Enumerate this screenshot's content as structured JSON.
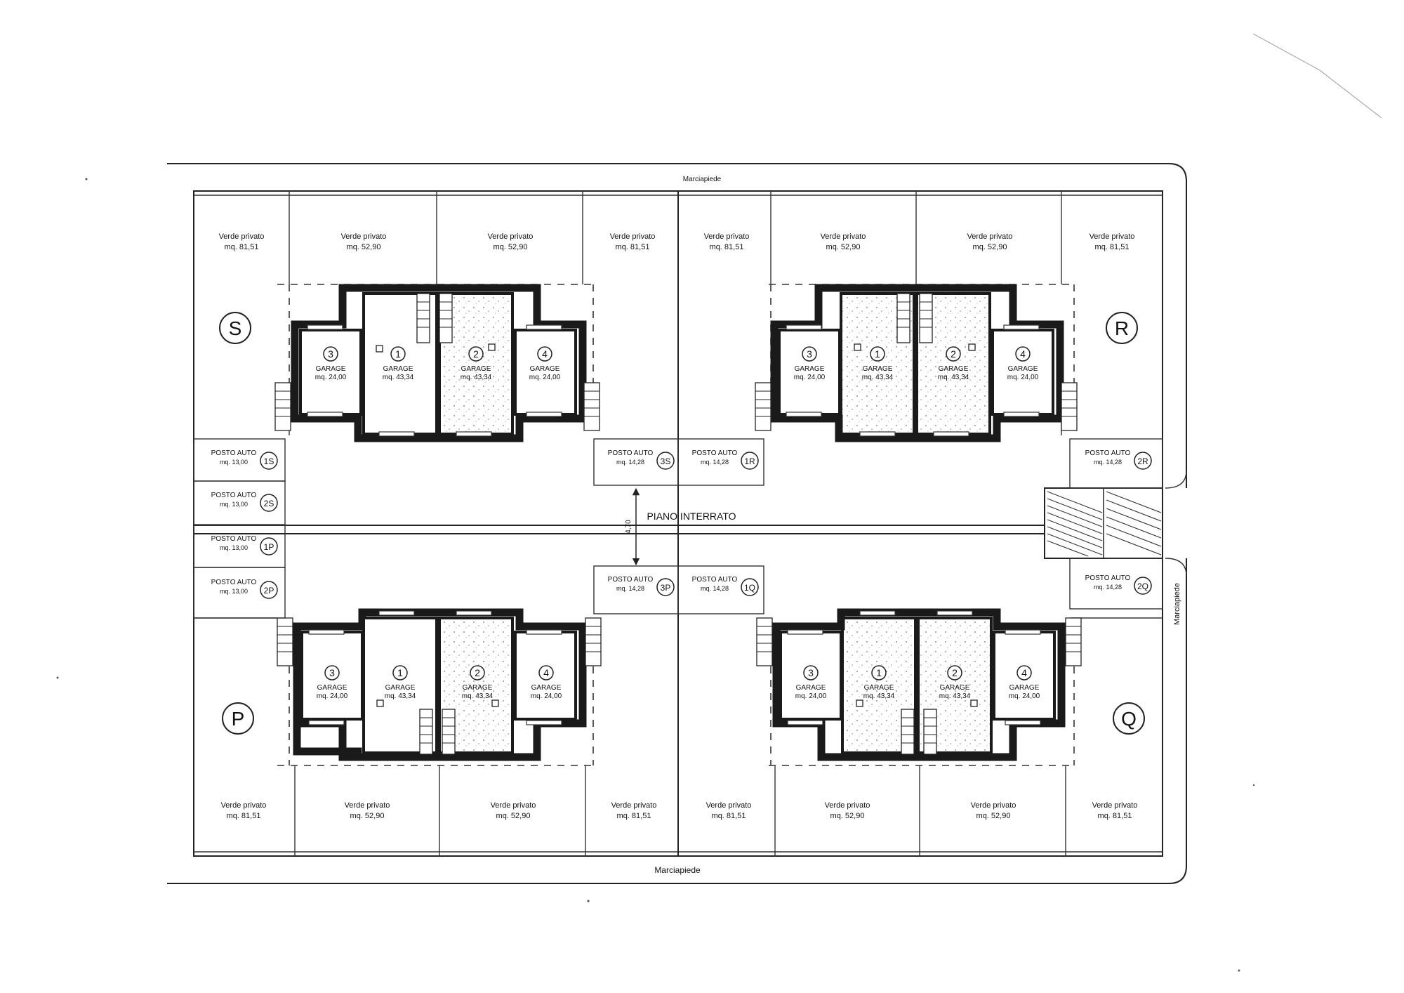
{
  "streets": {
    "top": "Marciapiede",
    "bottom": "Marciapiede",
    "right": "Marciapiede"
  },
  "basement_label": "PIANO INTERRATO",
  "aisle_dimension": "4,70",
  "buildings": {
    "S": {
      "letter": "S",
      "top_gardens": [
        {
          "line1": "Verde privato",
          "line2": "mq. 81,51"
        },
        {
          "line1": "Verde privato",
          "line2": "mq. 52,90"
        },
        {
          "line1": "Verde privato",
          "line2": "mq. 52,90"
        },
        {
          "line1": "Verde privato",
          "line2": "mq. 81,51"
        }
      ],
      "garages": [
        {
          "num": "3",
          "label": "GARAGE",
          "area": "mq. 24,00"
        },
        {
          "num": "1",
          "label": "GARAGE",
          "area": "mq. 43,34"
        },
        {
          "num": "2",
          "label": "GARAGE",
          "area": "mq. 43,34"
        },
        {
          "num": "4",
          "label": "GARAGE",
          "area": "mq. 24,00"
        }
      ]
    },
    "R": {
      "letter": "R",
      "top_gardens": [
        {
          "line1": "Verde privato",
          "line2": "mq. 81,51"
        },
        {
          "line1": "Verde privato",
          "line2": "mq. 52,90"
        },
        {
          "line1": "Verde privato",
          "line2": "mq. 52,90"
        },
        {
          "line1": "Verde privato",
          "line2": "mq. 81,51"
        }
      ],
      "garages": [
        {
          "num": "3",
          "label": "GARAGE",
          "area": "mq. 24,00"
        },
        {
          "num": "1",
          "label": "GARAGE",
          "area": "mq. 43,34"
        },
        {
          "num": "2",
          "label": "GARAGE",
          "area": "mq. 43,34"
        },
        {
          "num": "4",
          "label": "GARAGE",
          "area": "mq. 24,00"
        }
      ]
    },
    "P": {
      "letter": "P",
      "bottom_gardens": [
        {
          "line1": "Verde privato",
          "line2": "mq. 81,51"
        },
        {
          "line1": "Verde privato",
          "line2": "mq. 52,90"
        },
        {
          "line1": "Verde privato",
          "line2": "mq. 52,90"
        },
        {
          "line1": "Verde privato",
          "line2": "mq. 81,51"
        }
      ],
      "garages": [
        {
          "num": "3",
          "label": "GARAGE",
          "area": "mq. 24,00"
        },
        {
          "num": "1",
          "label": "GARAGE",
          "area": "mq. 43,34"
        },
        {
          "num": "2",
          "label": "GARAGE",
          "area": "mq. 43,34"
        },
        {
          "num": "4",
          "label": "GARAGE",
          "area": "mq. 24,00"
        }
      ]
    },
    "Q": {
      "letter": "Q",
      "bottom_gardens": [
        {
          "line1": "Verde privato",
          "line2": "mq. 81,51"
        },
        {
          "line1": "Verde privato",
          "line2": "mq. 52,90"
        },
        {
          "line1": "Verde privato",
          "line2": "mq. 52,90"
        },
        {
          "line1": "Verde privato",
          "line2": "mq. 81,51"
        }
      ],
      "garages": [
        {
          "num": "3",
          "label": "GARAGE",
          "area": "mq. 24,00"
        },
        {
          "num": "1",
          "label": "GARAGE",
          "area": "mq. 43,34"
        },
        {
          "num": "2",
          "label": "GARAGE",
          "area": "mq. 43,34"
        },
        {
          "num": "4",
          "label": "GARAGE",
          "area": "mq. 24,00"
        }
      ]
    }
  },
  "parking": {
    "1S": {
      "label": "POSTO AUTO",
      "area": "mq. 13,00",
      "code": "1S"
    },
    "2S": {
      "label": "POSTO AUTO",
      "area": "mq. 13,00",
      "code": "2S"
    },
    "1P": {
      "label": "POSTO AUTO",
      "area": "mq. 13,00",
      "code": "1P"
    },
    "2P": {
      "label": "POSTO AUTO",
      "area": "mq. 13,00",
      "code": "2P"
    },
    "3S": {
      "label": "POSTO AUTO",
      "area": "mq. 14,28",
      "code": "3S"
    },
    "1R": {
      "label": "POSTO AUTO",
      "area": "mq. 14,28",
      "code": "1R"
    },
    "3P": {
      "label": "POSTO AUTO",
      "area": "mq. 14,28",
      "code": "3P"
    },
    "1Q": {
      "label": "POSTO AUTO",
      "area": "mq. 14,28",
      "code": "1Q"
    },
    "2R": {
      "label": "POSTO AUTO",
      "area": "mq. 14,28",
      "code": "2R"
    },
    "2Q": {
      "label": "POSTO AUTO",
      "area": "mq. 14,28",
      "code": "2Q"
    }
  }
}
